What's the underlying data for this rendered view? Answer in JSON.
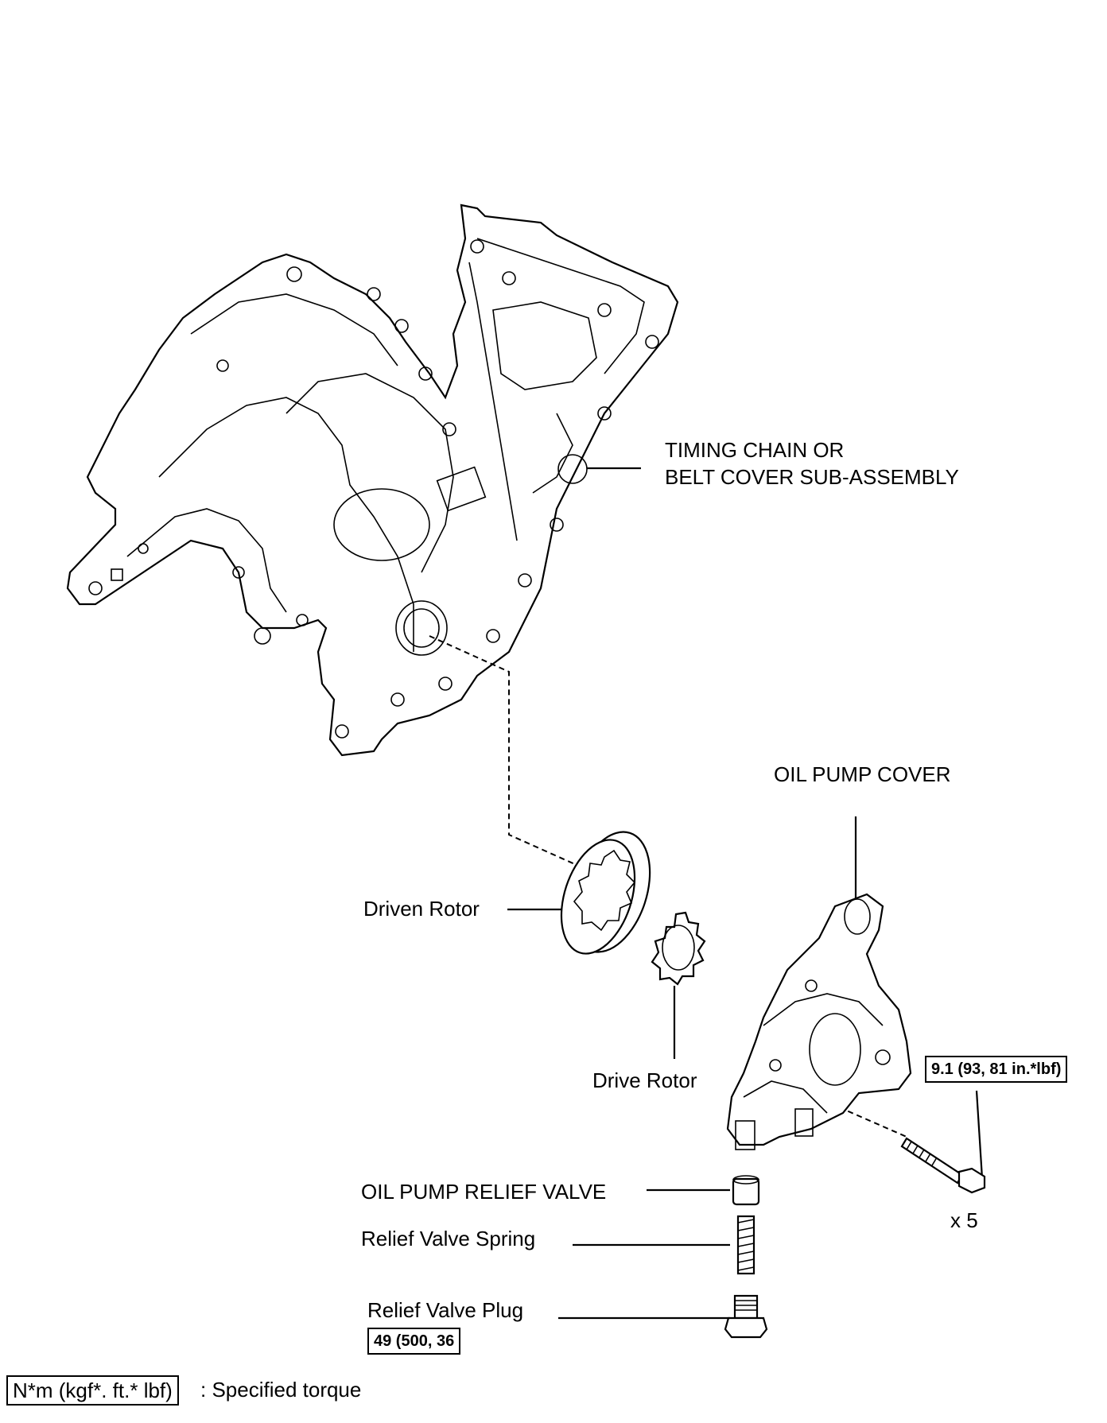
{
  "labels": {
    "timing_cover_line1": "TIMING CHAIN OR",
    "timing_cover_line2": "BELT COVER SUB-ASSEMBLY",
    "oil_pump_cover": "OIL PUMP COVER",
    "driven_rotor": "Driven Rotor",
    "drive_rotor": "Drive Rotor",
    "relief_valve": "OIL PUMP RELIEF VALVE",
    "relief_spring": "Relief Valve Spring",
    "relief_plug": "Relief Valve Plug",
    "bolt_qty": "x 5"
  },
  "torques": {
    "bolt": "9.1 (93, 81 in.*lbf)",
    "plug": "49 (500, 36"
  },
  "legend": {
    "unit_box": "N*m (kgf*. ft.* lbf)",
    "text": ": Specified torque"
  }
}
